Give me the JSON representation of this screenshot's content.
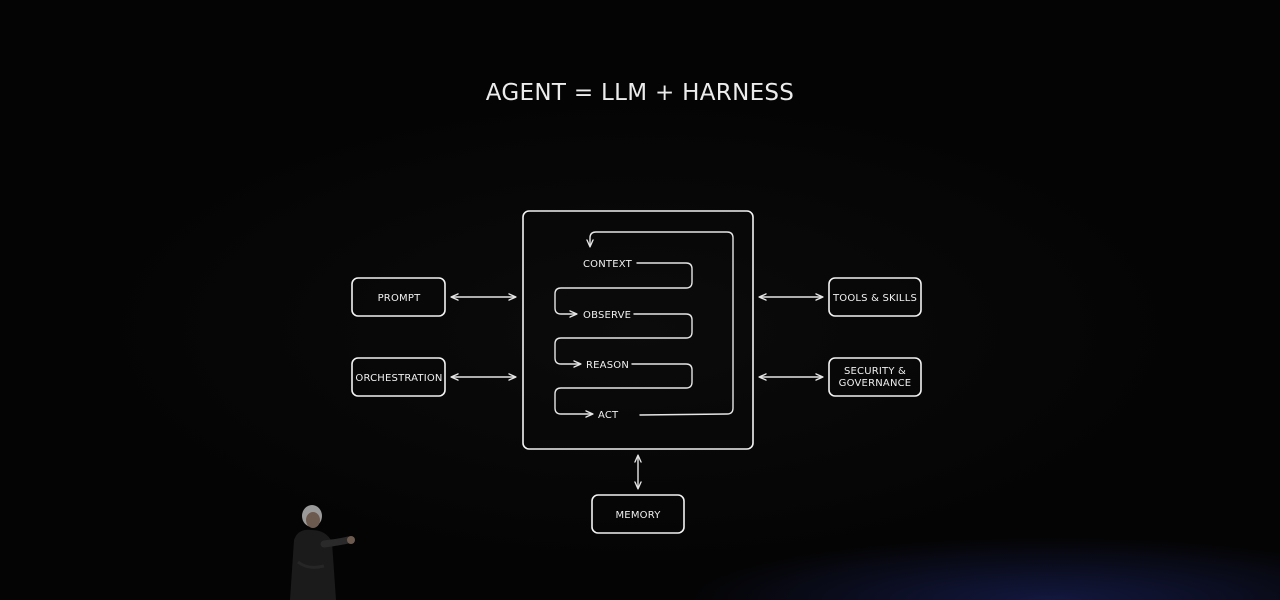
{
  "title": "AGENT = LLM + HARNESS",
  "nodes": {
    "prompt": "PROMPT",
    "orchestration": "ORCHESTRATION",
    "tools_skills": "TOOLS & SKILLS",
    "security_line1": "SECURITY &",
    "security_line2": "GOVERNANCE",
    "memory": "MEMORY"
  },
  "loop": {
    "steps": [
      "CONTEXT",
      "OBSERVE",
      "REASON",
      "ACT"
    ]
  },
  "colors": {
    "background": "#050505",
    "stroke": "#f2f2f2",
    "text": "#ececec"
  }
}
